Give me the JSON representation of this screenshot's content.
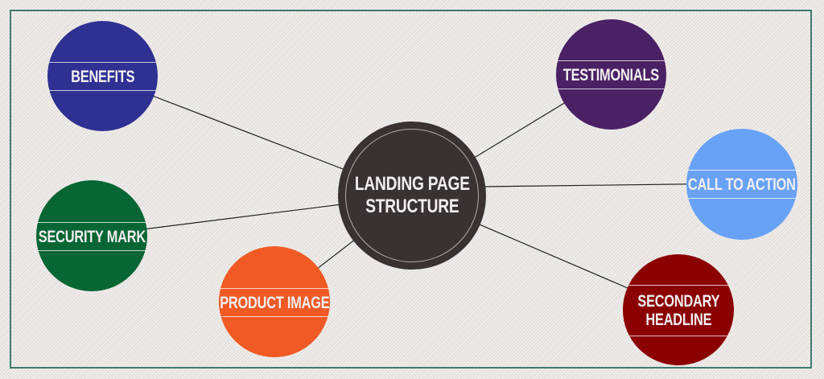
{
  "title": "LANDING PAGE STRUCTURE",
  "center": {
    "line1": "LANDING PAGE",
    "line2": "STRUCTURE",
    "color": "#3a3133"
  },
  "nodes": [
    {
      "id": "benefits",
      "label": "BENEFITS",
      "color": "#2e3192"
    },
    {
      "id": "testimonials",
      "label": "TESTIMONIALS",
      "color": "#4b2166"
    },
    {
      "id": "call-to-action",
      "label": "CALL TO ACTION",
      "color": "#67a2f7"
    },
    {
      "id": "security-mark",
      "label": "SECURITY MARK",
      "color": "#076633"
    },
    {
      "id": "product-image",
      "label": "PRODUCT IMAGE",
      "color": "#f15a24"
    },
    {
      "id": "secondary-headline",
      "line1": "SECONDARY",
      "line2": "HEADLINE",
      "color": "#8b0101"
    }
  ]
}
